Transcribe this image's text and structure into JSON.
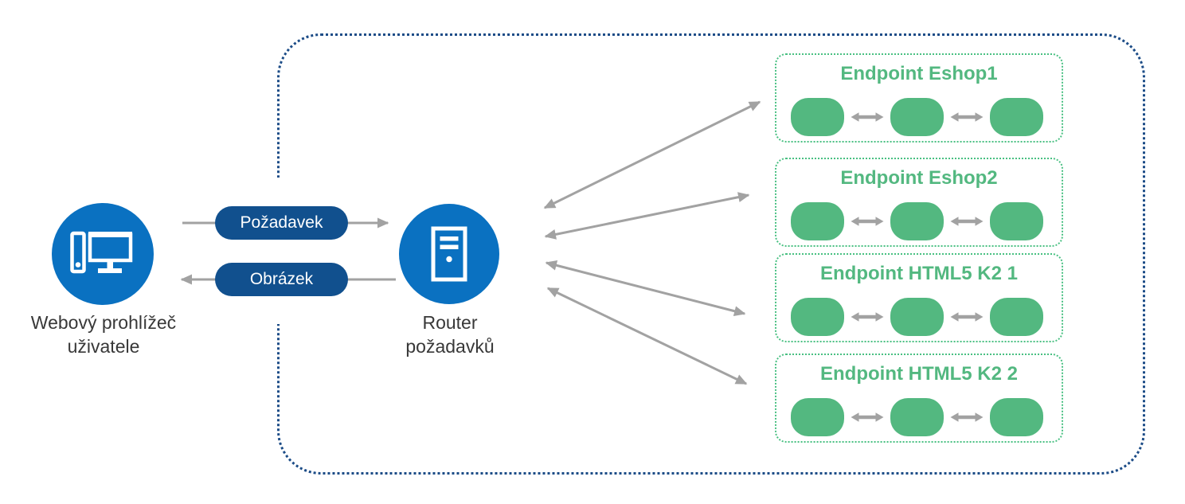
{
  "colors": {
    "node_blue": "#0a71c1",
    "pill_blue": "#11508e",
    "outer_border_blue": "#1c4c87",
    "green": "#53b880",
    "green_border": "#49c082",
    "arrow_gray": "#a2a2a2",
    "label_text": "#383838"
  },
  "nodes": {
    "browser": {
      "icon": "desktop-computer-icon",
      "label_line1": "Webový prohlížeč",
      "label_line2": "uživatele"
    },
    "router": {
      "icon": "server-icon",
      "label_line1": "Router",
      "label_line2": "požadavků"
    }
  },
  "pills": {
    "request": {
      "label": "Požadavek",
      "direction": "right"
    },
    "response": {
      "label": "Obrázek",
      "direction": "left"
    }
  },
  "endpoints": [
    {
      "title": "Endpoint Eshop1",
      "instances": 3
    },
    {
      "title": "Endpoint Eshop2",
      "instances": 3
    },
    {
      "title": "Endpoint HTML5 K2 1",
      "instances": 3
    },
    {
      "title": "Endpoint HTML5 K2 2",
      "instances": 3
    }
  ]
}
